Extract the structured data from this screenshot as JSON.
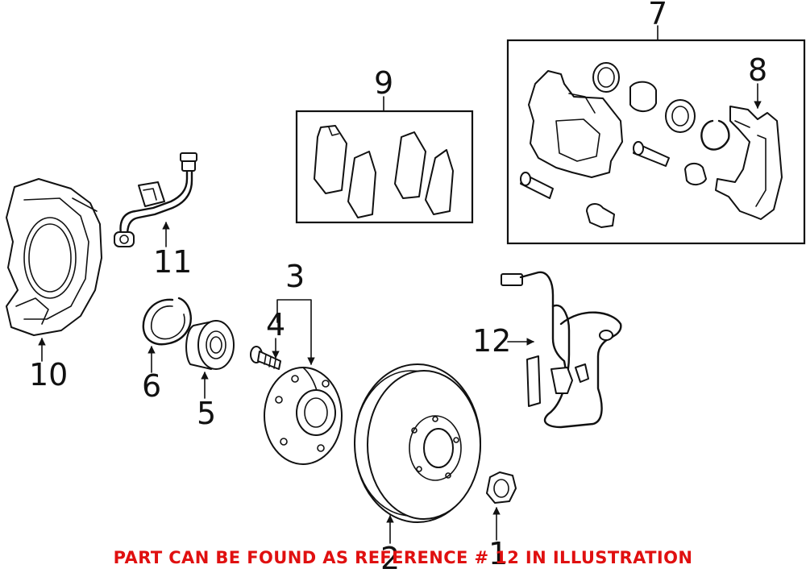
{
  "callouts": {
    "c1": "1",
    "c2": "2",
    "c3": "3",
    "c4": "4",
    "c5": "5",
    "c6": "6",
    "c7": "7",
    "c8": "8",
    "c9": "9",
    "c10": "10",
    "c11": "11",
    "c12": "12"
  },
  "caption": "PART CAN BE FOUND AS REFERENCE # 12 IN ILLUSTRATION",
  "colors": {
    "caption": "#e01010",
    "line": "#111111",
    "background": "#ffffff"
  }
}
